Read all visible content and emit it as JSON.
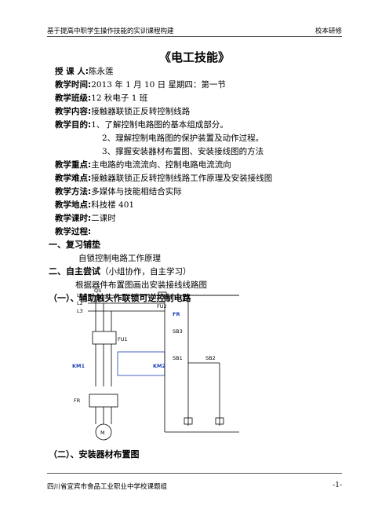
{
  "header": {
    "left": "基于提高中职学生操作技能的实训课程构建",
    "right": "校本研修"
  },
  "title": "《电工技能》",
  "fields": [
    {
      "label": "授 课 人:",
      "value": "陈永莲"
    },
    {
      "label": "教学时间:",
      "value": "2013 年 1 月 10 日        星期四：第一节"
    },
    {
      "label": "教学班级:",
      "value": "12 秋电子 1 班"
    },
    {
      "label": "教学内容:",
      "value": "接触器联锁正反转控制线路"
    },
    {
      "label": "教学目的:",
      "value": "1、了解控制电路图的基本组成部分。"
    }
  ],
  "goals_extra": [
    "2、理解控制电路图的保护装置及动作过程。",
    "3、撑握安装器材布置图、安装接线图的方法"
  ],
  "fields2": [
    {
      "label": "教学重点:",
      "value": "主电路的电流流向、控制电路电流流向"
    },
    {
      "label": "教学难点:",
      "value": "接触器联锁正反转控制线路工作原理及安装接线图"
    },
    {
      "label": "教学方法:",
      "value": "多媒体与技能相结合实际"
    },
    {
      "label": "教学地点:",
      "value": "科技楼 401"
    },
    {
      "label": "教学课时:",
      "value": "二课时"
    },
    {
      "label": "教学过程:",
      "value": ""
    }
  ],
  "sections": {
    "s1_title": "一、复习铺垫",
    "s1_text": "自锁控制电路工作原理",
    "s2_title": "二、自主尝试",
    "s2_suffix": "（小组协作，自主学习）",
    "s2_text": "根据器件布置图画出安装接线线路图",
    "sub1": "（一）、辅助触头作联锁可逆控制电路",
    "sub2": "（二）、安装器材布置图"
  },
  "diagram_labels": {
    "l1": "L1",
    "l2": "L2",
    "l3": "L3",
    "qs": "QS",
    "fu1": "FU1",
    "fu2": "FU2",
    "km1": "KM1",
    "km2": "KM2",
    "fr": "FR",
    "motor": "M",
    "sb3": "SB3",
    "sb1": "SB1",
    "sb2": "SB2"
  },
  "footer": {
    "left": "四川省宜宾市食品工业职业中学校课题组",
    "page": "-1-"
  }
}
